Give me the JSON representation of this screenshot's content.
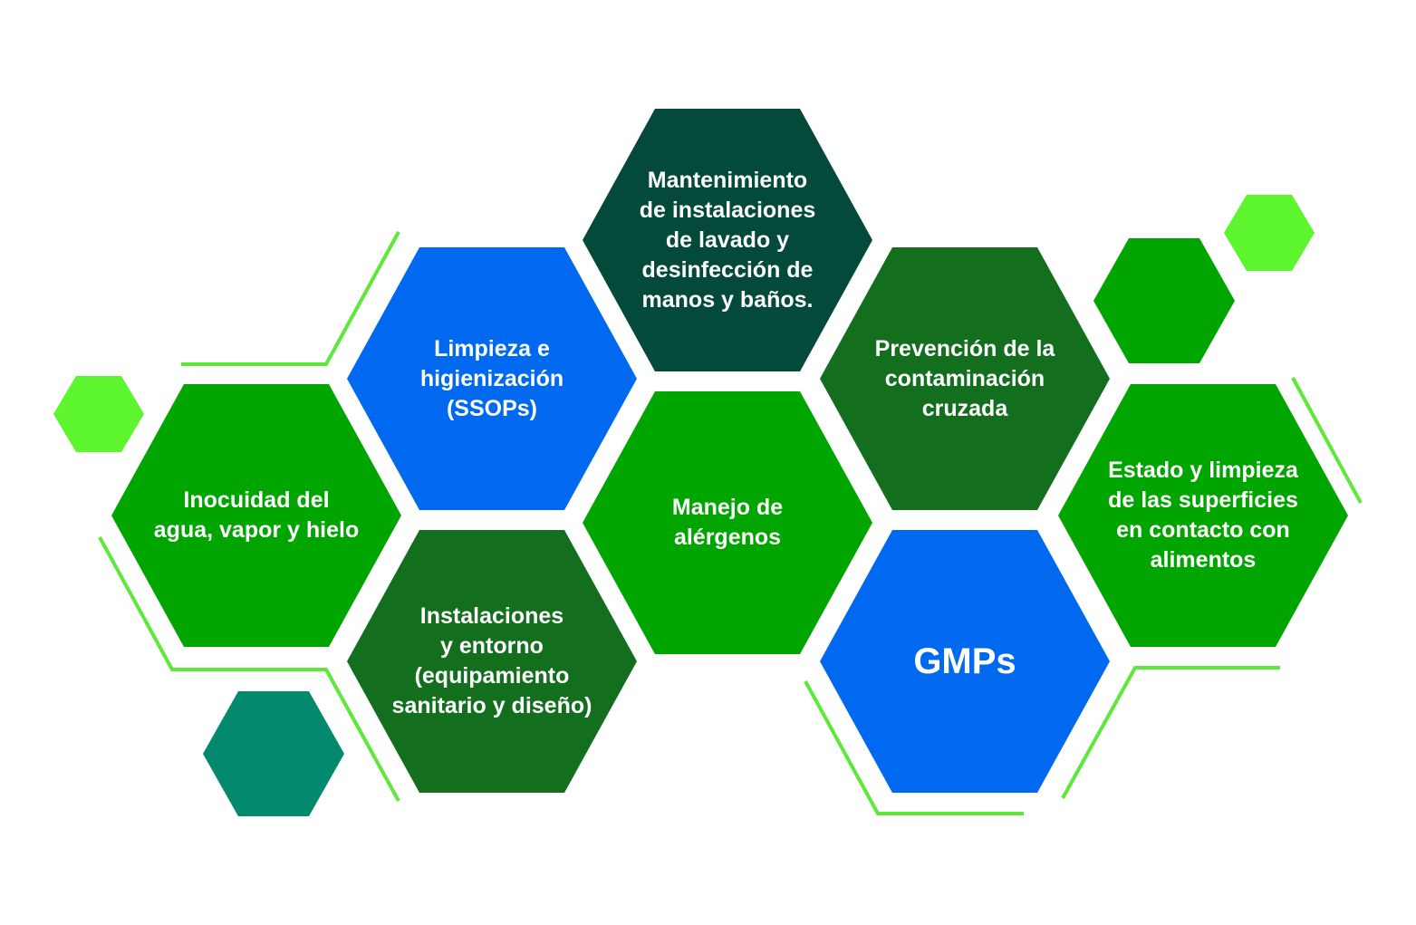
{
  "colors": {
    "blue": "#0069F0",
    "green": "#00A500",
    "dark_green": "#136E1E",
    "forest": "#034A3A",
    "teal": "#03896E",
    "lime": "#5CF52E",
    "line": "#5DE83A"
  },
  "hexagons": [
    {
      "id": "mantenimiento",
      "color": "forest",
      "text": "Mantenimiento\nde instalaciones\nde lavado y\ndesinfección de\nmanos y baños."
    },
    {
      "id": "limpieza",
      "color": "blue",
      "text": "Limpieza e\nhigienización\n(SSOPs)"
    },
    {
      "id": "prevencion",
      "color": "dark_green",
      "text": "Prevención de la\ncontaminación\ncruzada"
    },
    {
      "id": "inocuidad",
      "color": "green",
      "text": "Inocuidad del\nagua, vapor y hielo"
    },
    {
      "id": "manejo",
      "color": "green",
      "text": "Manejo de\nalérgenos"
    },
    {
      "id": "estado",
      "color": "green",
      "text": "Estado y limpieza\nde las superficies\nen contacto con\nalimentos"
    },
    {
      "id": "instalaciones",
      "color": "dark_green",
      "text": "Instalaciones\ny entorno\n(equipamiento\nsanitario y diseño)"
    },
    {
      "id": "gmps",
      "color": "blue",
      "text": "GMPs"
    }
  ]
}
